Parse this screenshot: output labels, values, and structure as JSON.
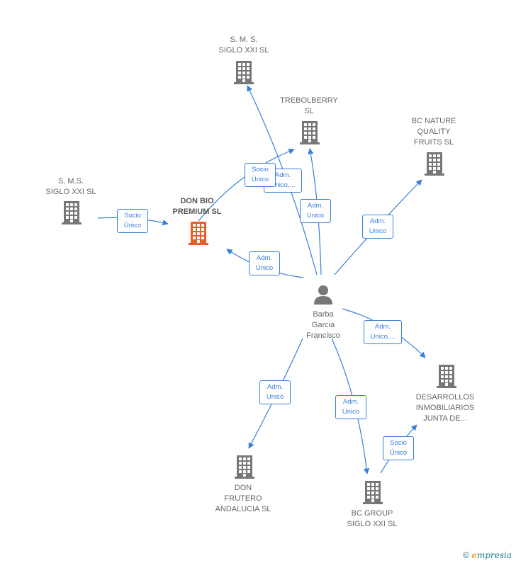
{
  "nodes": {
    "sms_siglo_top": "S.  M. S.\nSIGLO XXI SL",
    "trebolberry": "TREBOLBERRY\nSL",
    "bc_nature": "BC NATURE\nQUALITY\nFRUITS  SL",
    "sms_siglo_left": "S. M.S.\nSIGLO XXI  SL",
    "don_bio": "DON BIO\nPREMIUM  SL",
    "person": "Barba\nGarcia\nFrancisco",
    "desarrollos": "DESARROLLOS\nINMOBILIARIOS\nJUNTA DE...",
    "don_frutero": "DON\nFRUTERO\nANDALUCIA SL",
    "bc_group": "BC GROUP\nSIGLO XXI  SL"
  },
  "edge_labels": {
    "socio_unico_top": "Socio\nÚnico",
    "adm_unico_trunc_top": "Adm.\nUnico,...",
    "adm_unico_treb": "Adm.\nUnico",
    "adm_unico_bcnature": "Adm.\nUnico",
    "socio_unico_left": "Socio\nÚnico",
    "adm_unico_donbio": "Adm.\nUnico",
    "adm_unico_trunc_des": "Adm.\nUnico,...",
    "adm_unico_frutero": "Adm.\nUnico",
    "adm_unico_bcgroup": "Adm.\nUnico",
    "socio_unico_bcgroup": "Socio\nÚnico"
  },
  "footer": {
    "copyright": "©",
    "brand_e": "e",
    "brand_rest": "mpresia"
  },
  "colors": {
    "edge": "#3a7fd5",
    "building": "#777777",
    "highlight": "#ef5a2a",
    "person": "#777777"
  }
}
